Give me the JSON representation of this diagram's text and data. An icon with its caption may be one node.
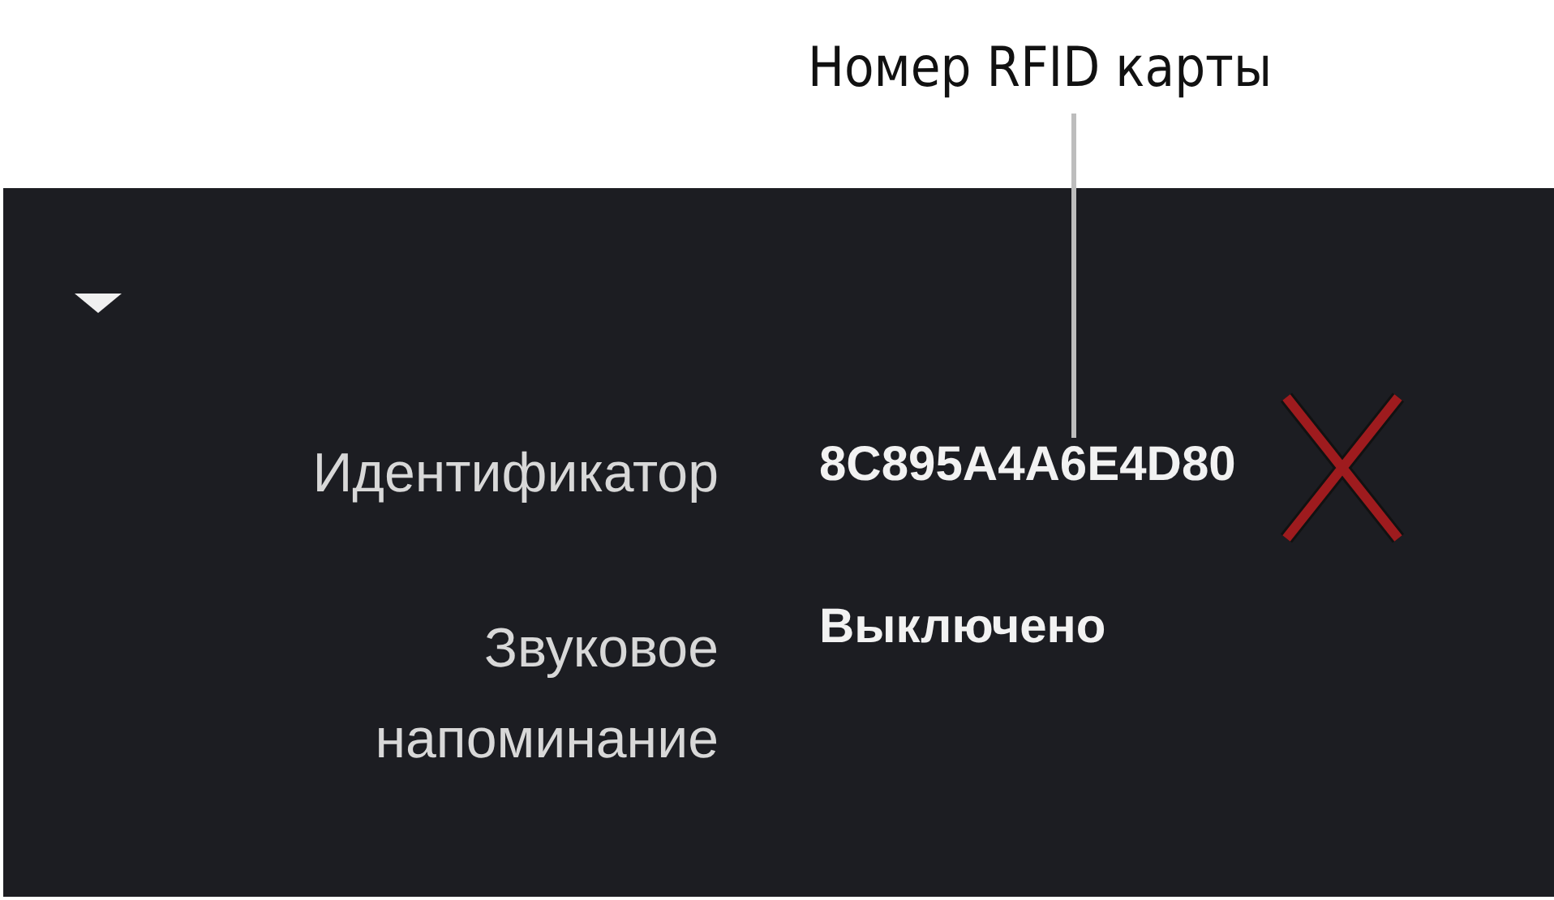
{
  "diagram": {
    "nodes": [
      {
        "text": [
          "Номер RFID карты"
        ]
      },
      {
        "text": [
          "8C895A4A6E4D80"
        ]
      }
    ],
    "edges": [
      {
        "from": 0,
        "to": 1,
        "arrow": "none"
      }
    ],
    "labels": [
      "Идентификатор",
      "Звуковое напоминание",
      "Выключено"
    ]
  }
}
